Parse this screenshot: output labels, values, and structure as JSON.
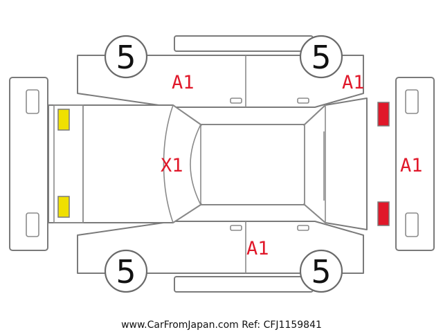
{
  "wheels": {
    "front_left": "5",
    "rear_left": "5",
    "front_right": "5",
    "rear_right": "5"
  },
  "damage_codes": {
    "left_front_door": "A1",
    "left_rear_quarter": "A1",
    "roof_windshield": "X1",
    "rear_bumper": "A1",
    "right_rear_door": "A1"
  },
  "footer": {
    "site": "www.CarFromJapan.com",
    "ref": "Ref: CFJ1159841"
  },
  "colors": {
    "damage_text": "#e0182a",
    "headlight": "#f0e000",
    "taillight": "#e0182a",
    "outline": "#7a7a7a"
  }
}
